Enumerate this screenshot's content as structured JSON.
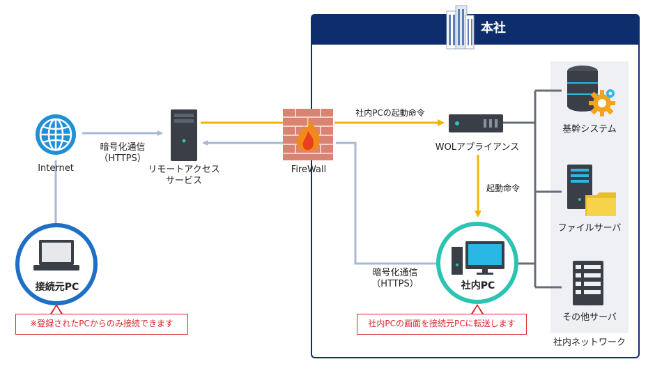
{
  "headquarters": {
    "title": "本社"
  },
  "internet": {
    "label": "Internet"
  },
  "client_pc": {
    "label": "接続元PC",
    "note": "※登録されたPCからのみ接続できます"
  },
  "remote_service": {
    "label_line1": "リモートアクセス",
    "label_line2": "サービス"
  },
  "firewall": {
    "label": "FireWall"
  },
  "wol": {
    "label": "WOLアプライアンス"
  },
  "office_pc": {
    "label": "社内PC",
    "note": "社内PCの画面を接続元PCに転送します"
  },
  "servers": {
    "core": "基幹システム",
    "file": "ファイルサーバ",
    "other": "その他サーバ",
    "network": "社内ネットワーク"
  },
  "arrows": {
    "internet_to_remote_line1": "暗号化通信",
    "internet_to_remote_line2": "（HTTPS）",
    "fw_to_wol": "社内PCの起動命令",
    "wol_to_pc": "起動命令",
    "pc_to_fw_line1": "暗号化通信",
    "pc_to_fw_line2": "（HTTPS）"
  },
  "colors": {
    "navy": "#0d2d6c",
    "yellow_flow": "#f0b400",
    "blue_flow": "#a7b8d4",
    "teal_ring": "#2cc3b3",
    "blue_ring": "#1f6fc5",
    "note_red": "#d8272d"
  }
}
